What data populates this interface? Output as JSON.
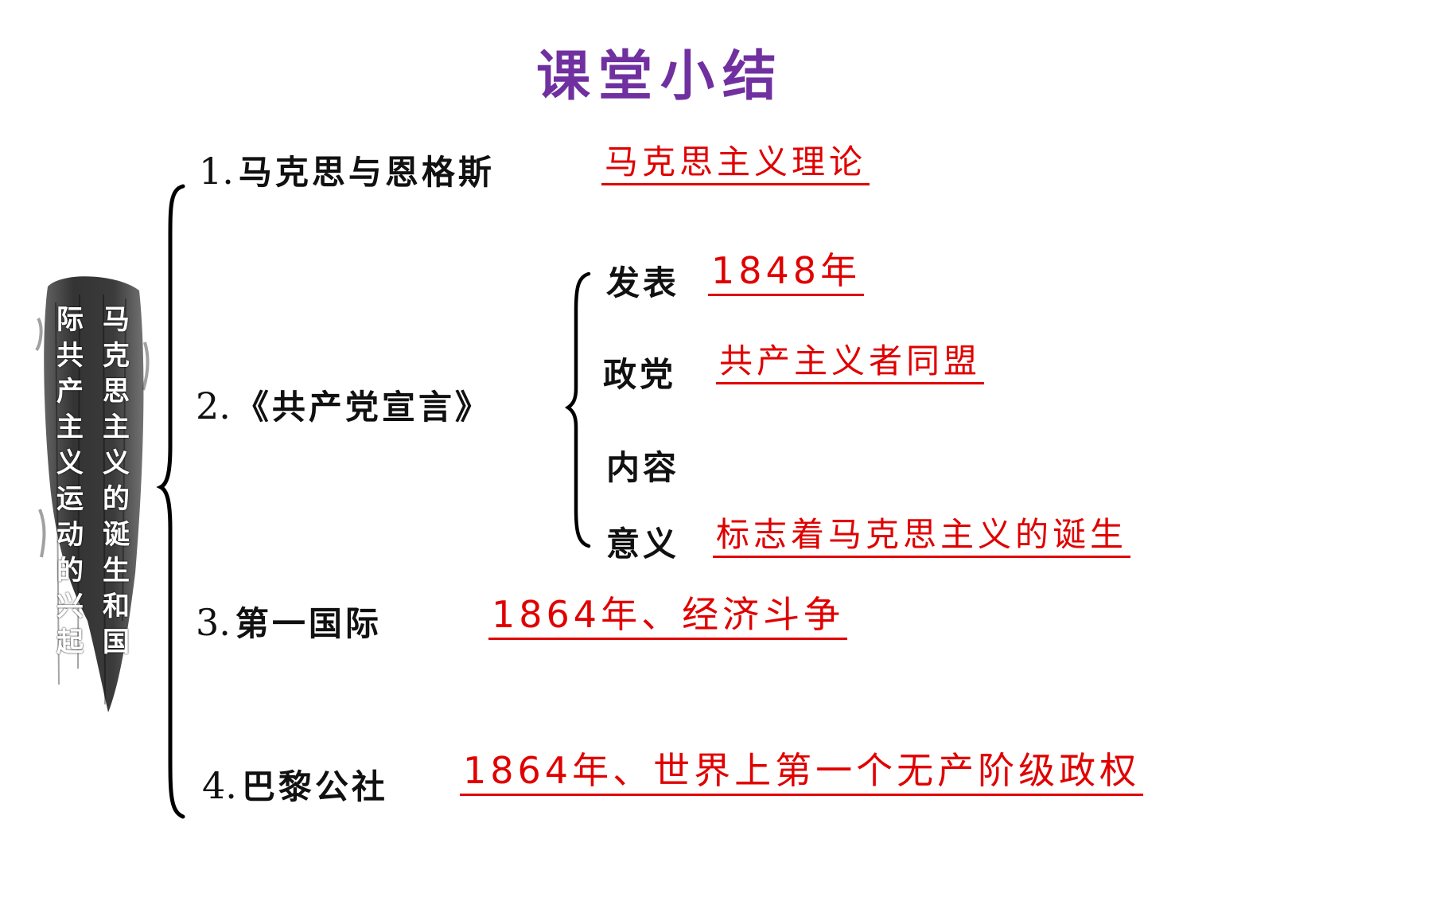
{
  "title": "课堂小结",
  "side_banner": {
    "column_right": "马克思主义的诞生和国",
    "column_left": "际共产主义运动的兴起"
  },
  "items": [
    {
      "number": "1.",
      "label": "马克思与恩格斯",
      "answer": "马克思主义理论"
    },
    {
      "number": "2.",
      "label": "《共产党宣言》",
      "sub": [
        {
          "label": "发表",
          "answer": "1848年"
        },
        {
          "label": "政党",
          "answer": "共产主义者同盟"
        },
        {
          "label": "内容",
          "answer": ""
        },
        {
          "label": "意义",
          "answer": "标志着马克思主义的诞生"
        }
      ]
    },
    {
      "number": "3.",
      "label": "第一国际",
      "answer": "1864年、经济斗争"
    },
    {
      "number": "4.",
      "label": "巴黎公社",
      "answer": "1864年、世界上第一个无产阶级政权"
    }
  ],
  "colors": {
    "title": "#7030a0",
    "answer": "#e00000",
    "label": "#111111"
  }
}
